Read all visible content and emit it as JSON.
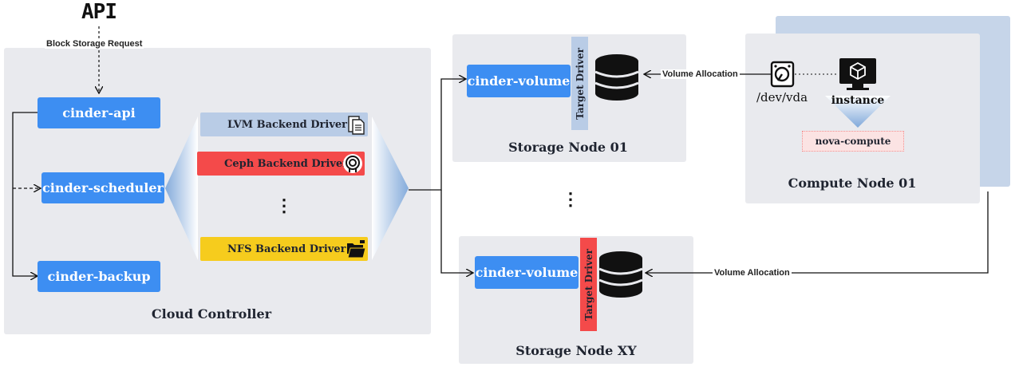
{
  "api": {
    "label": "API",
    "request_label": "Block Storage Request"
  },
  "cloud_controller": {
    "title": "Cloud Controller",
    "services": {
      "api": "cinder-api",
      "scheduler": "cinder-scheduler",
      "backup": "cinder-backup"
    },
    "drivers": {
      "lvm": "LVM Backend Driver",
      "ceph": "Ceph Backend Driver",
      "ellipsis": "⋮",
      "nfs": "NFS Backend Driver"
    }
  },
  "storage_node_01": {
    "title": "Storage Node 01",
    "service": "cinder-volume",
    "target_driver": "Target Driver"
  },
  "storage_ellipsis": "⋮",
  "storage_node_xy": {
    "title": "Storage Node XY",
    "service": "cinder-volume",
    "target_driver": "Target Driver"
  },
  "compute_node_01": {
    "title": "Compute Node 01",
    "device_label": "/dev/vda",
    "instance_label": "instance",
    "nova_label": "nova-compute"
  },
  "links": {
    "volume_allocation_top": "Volume Allocation",
    "volume_allocation_bottom": "Volume Allocation"
  },
  "colors": {
    "panel": "#e9eaee",
    "service_blue": "#3d8ef2",
    "lvm": "#b9cce6",
    "ceph": "#f44a4a",
    "nfs": "#f6cc1d",
    "compute_back": "#c6d5e9",
    "nova_bg": "#fbe3e3"
  },
  "icons": [
    "document-icon",
    "ceph-icon",
    "folder-icon",
    "database-icon",
    "hard-disk-icon",
    "monitor-cube-icon"
  ]
}
